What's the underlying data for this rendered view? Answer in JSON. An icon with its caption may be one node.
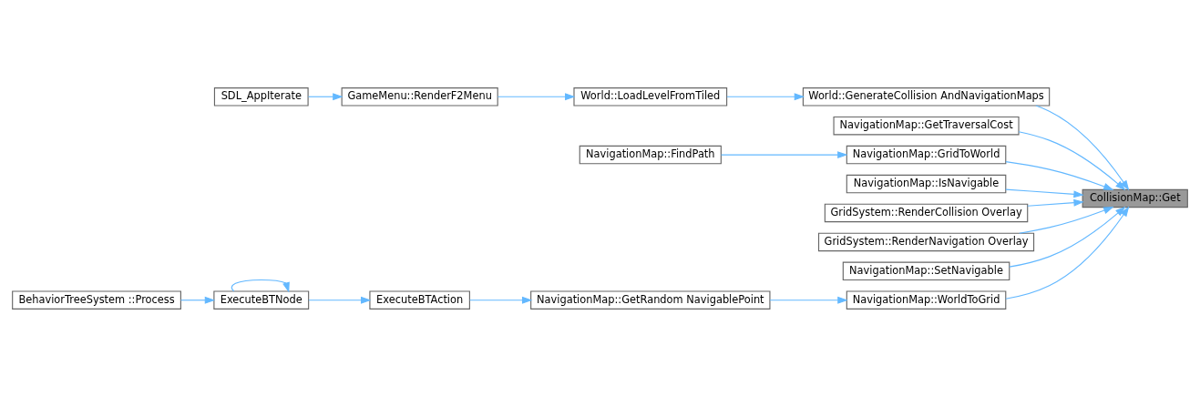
{
  "diagram": {
    "nodes": [
      {
        "text": [
          "SDL_AppIterate"
        ]
      },
      {
        "text": [
          "GameMenu::RenderF2Menu"
        ]
      },
      {
        "text": [
          "World::LoadLevelFromTiled"
        ]
      },
      {
        "text": [
          "World::GenerateCollision AndNavigationMaps"
        ]
      },
      {
        "text": [
          "NavigationMap::GetTraversalCost"
        ]
      },
      {
        "text": [
          "NavigationMap::FindPath"
        ]
      },
      {
        "text": [
          "NavigationMap::GridToWorld"
        ]
      },
      {
        "text": [
          "NavigationMap::IsNavigable"
        ]
      },
      {
        "text": [
          "CollisionMap::Get"
        ]
      },
      {
        "text": [
          "GridSystem::RenderCollision Overlay"
        ]
      },
      {
        "text": [
          "GridSystem::RenderNavigation Overlay"
        ]
      },
      {
        "text": [
          "NavigationMap::SetNavigable"
        ]
      },
      {
        "text": [
          "BehaviorTreeSystem ::Process"
        ]
      },
      {
        "text": [
          "ExecuteBTNode"
        ]
      },
      {
        "text": [
          "ExecuteBTAction"
        ]
      },
      {
        "text": [
          "NavigationMap::GetRandom NavigablePoint"
        ]
      },
      {
        "text": [
          "NavigationMap::WorldToGrid"
        ]
      }
    ],
    "edges": [
      {
        "from": 0,
        "to": 1,
        "arrow": "to"
      },
      {
        "from": 1,
        "to": 2,
        "arrow": "to"
      },
      {
        "from": 2,
        "to": 3,
        "arrow": "to"
      },
      {
        "from": 3,
        "to": 8,
        "arrow": "to"
      },
      {
        "from": 4,
        "to": 8,
        "arrow": "to"
      },
      {
        "from": 5,
        "to": 6,
        "arrow": "to"
      },
      {
        "from": 6,
        "to": 8,
        "arrow": "to"
      },
      {
        "from": 7,
        "to": 8,
        "arrow": "to"
      },
      {
        "from": 9,
        "to": 8,
        "arrow": "to"
      },
      {
        "from": 10,
        "to": 8,
        "arrow": "to"
      },
      {
        "from": 11,
        "to": 8,
        "arrow": "to"
      },
      {
        "from": 12,
        "to": 13,
        "arrow": "to"
      },
      {
        "from": 13,
        "to": 13,
        "arrow": "to"
      },
      {
        "from": 13,
        "to": 14,
        "arrow": "to"
      },
      {
        "from": 14,
        "to": 15,
        "arrow": "to"
      },
      {
        "from": 15,
        "to": 16,
        "arrow": "to"
      },
      {
        "from": 16,
        "to": 8,
        "arrow": "to"
      }
    ]
  }
}
